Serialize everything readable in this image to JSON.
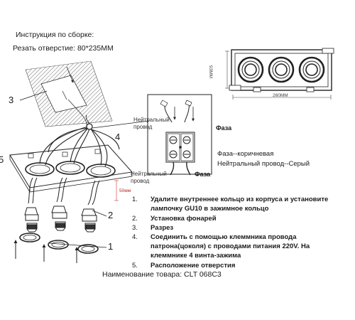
{
  "instruction": {
    "title": "Инструкция по сборке:",
    "cutout_label": "Резать отверстие:",
    "cutout_value": "80*235ММ"
  },
  "callouts": [
    "1",
    "2",
    "3",
    "4",
    "5"
  ],
  "dimensions": {
    "width": "260ММ",
    "height": "93ММ",
    "depth": "50мм"
  },
  "wiring": {
    "neutral_top_1": "Нейтральный",
    "neutral_top_2": "провод",
    "phase_top": "Фаза",
    "neutral_bottom_1": "Нейтральный",
    "neutral_bottom_2": "провод",
    "phase_bottom": "Фаза",
    "legend_phase": "Фаза--коричневая",
    "legend_neutral": "Нейтральный провод--Серый"
  },
  "steps": [
    {
      "num": "1.",
      "lines": [
        "Удалите внутреннее кольцо из корпуса и установите",
        "лампочку GU10 в зажимное кольцо"
      ]
    },
    {
      "num": "2.",
      "lines": [
        "Установка фонарей"
      ]
    },
    {
      "num": "3.",
      "lines": [
        "Разрез"
      ]
    },
    {
      "num": "4.",
      "lines": [
        "Соединить с помощью клеммника провода",
        "патрона(цоколя) с проводами питания 220V. На",
        "клеммнике 4 винта-зажима"
      ]
    },
    {
      "num": "5.",
      "lines": [
        "Расположение отверстия"
      ]
    }
  ],
  "product": "Наименование товара: CLT 068C3"
}
